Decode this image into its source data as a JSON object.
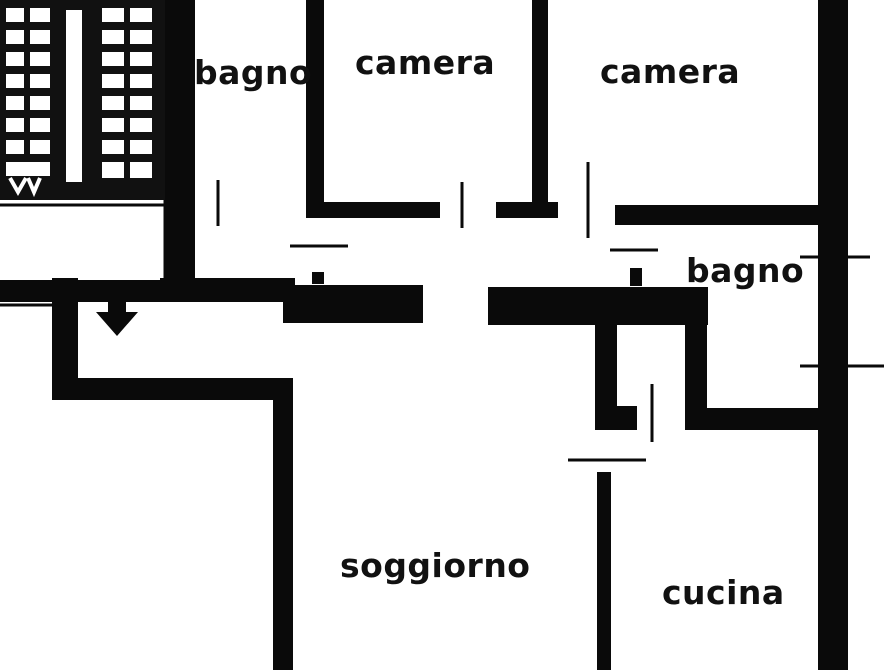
{
  "rooms": {
    "bagno_1": "bagno",
    "camera_1": "camera",
    "camera_2": "camera",
    "bagno_2": "bagno",
    "soggiorno": "soggiorno",
    "cucina": "cucina"
  }
}
